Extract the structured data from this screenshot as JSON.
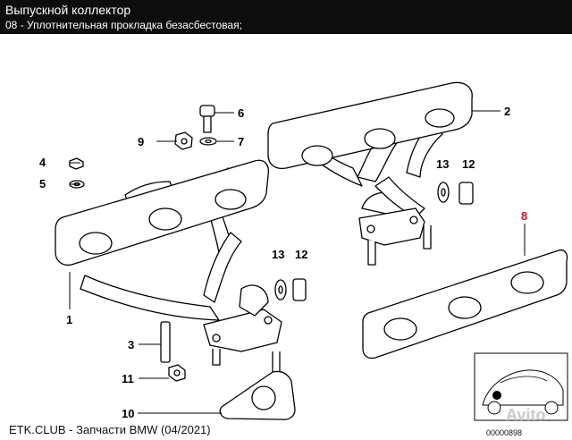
{
  "header": {
    "title": "Выпускной коллектор",
    "subtitle": "08 - Уплотнительная прокладка безасбестовая;"
  },
  "callouts": {
    "c1": "1",
    "c2": "2",
    "c3": "3",
    "c4": "4",
    "c5": "5",
    "c6": "6",
    "c7": "7",
    "c8": "8",
    "c9": "9",
    "c10": "10",
    "c11": "11",
    "c12a": "12",
    "c12b": "12",
    "c13a": "13",
    "c13b": "13"
  },
  "footer": {
    "source": "ETK.CLUB - Запчасти BMW (04/2021)",
    "image_code": "00000898"
  },
  "watermark": {
    "text": "Avito"
  },
  "colors": {
    "header_bg": "#0d0d0d",
    "highlight": "#c8102e"
  }
}
